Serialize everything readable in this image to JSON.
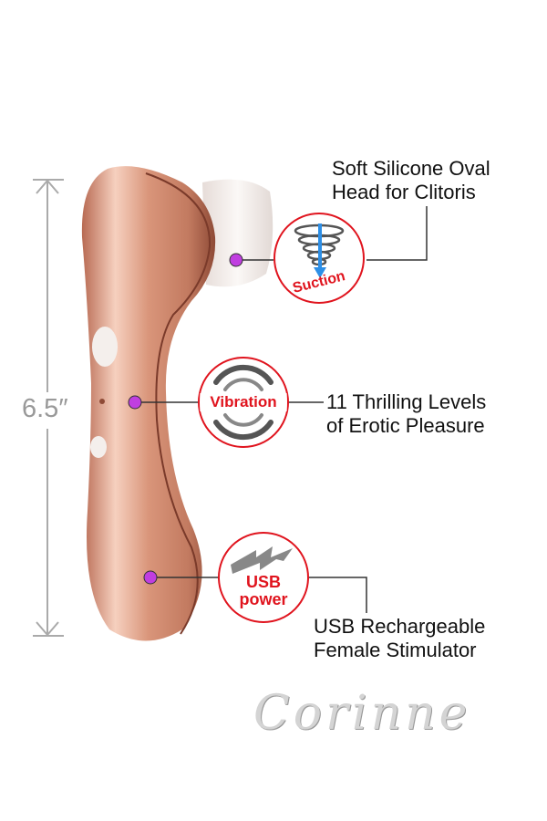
{
  "dimension": {
    "label": "6.5″"
  },
  "features": [
    {
      "badge": "Suction",
      "text_lines": [
        "Soft Silicone Oval",
        "Head for Clitoris"
      ]
    },
    {
      "badge": "Vibration",
      "text_lines": [
        "11 Thrilling Levels",
        "of Erotic Pleasure"
      ]
    },
    {
      "badge_lines": [
        "USB",
        "power"
      ],
      "text_lines": [
        "USB Rechargeable",
        "Female Stimulator"
      ]
    }
  ],
  "brand": {
    "logo_text": "Corinne"
  },
  "colors": {
    "badge_red": "#e0141e",
    "dot_purple": "#c03ee0",
    "body_rose_gold": "#d9957a",
    "arrow_blue": "#2d8fe6"
  }
}
